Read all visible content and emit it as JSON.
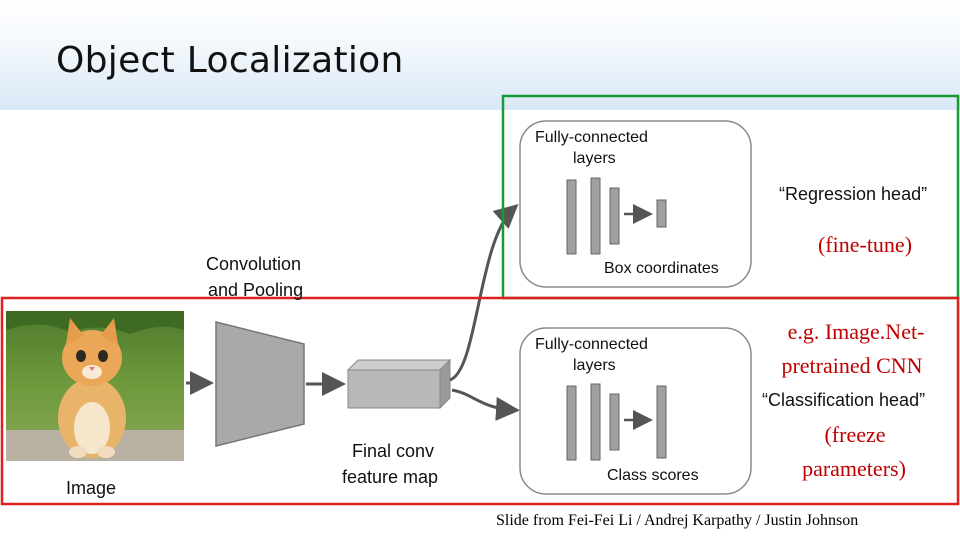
{
  "slide": {
    "title": "Object Localization",
    "footer": "Slide from Fei-Fei Li / Andrej Karpathy / Justin Johnson"
  },
  "diagram": {
    "image_label": "Image",
    "conv_label_line1": "Convolution",
    "conv_label_line2": "and Pooling",
    "feature_map_line1": "Final conv",
    "feature_map_line2": "feature map",
    "regression_head": {
      "fc_line1": "Fully-connected",
      "fc_line2": "layers",
      "output": "Box coordinates",
      "name": "“Regression head”"
    },
    "classification_head": {
      "fc_line1": "Fully-connected",
      "fc_line2": "layers",
      "output": "Class scores",
      "name": "“Classification head”"
    }
  },
  "annotations": {
    "fine_tune": "(fine-tune)",
    "pretrained_line1": "e.g. Image.Net-",
    "pretrained_line2": "pretrained CNN",
    "freeze_line1": "(freeze",
    "freeze_line2": "parameters)"
  },
  "colors": {
    "regression_box": "#1a9a36",
    "frozen_box": "#e02020",
    "annotation_text": "#c00000"
  }
}
